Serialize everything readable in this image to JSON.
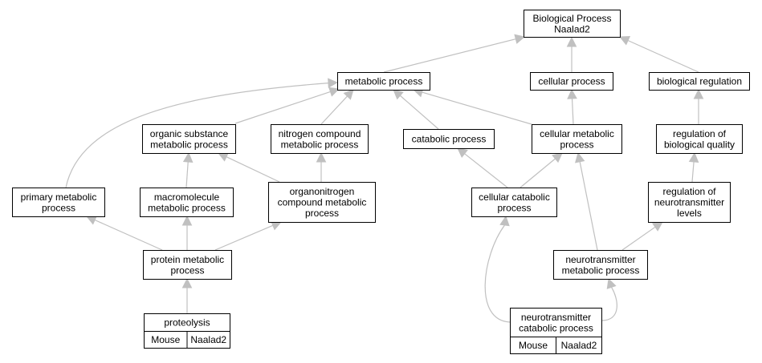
{
  "tag_color": "#add8e6",
  "edge_color": "#c0c0c0",
  "nodes": {
    "bp": {
      "lines": [
        "Biological Process",
        "Naalad2"
      ]
    },
    "mp": {
      "lines": [
        "metabolic process"
      ]
    },
    "cp": {
      "lines": [
        "cellular process"
      ]
    },
    "br": {
      "lines": [
        "biological regulation"
      ]
    },
    "osmp": {
      "lines": [
        "organic substance",
        "metabolic process"
      ]
    },
    "ncmp": {
      "lines": [
        "nitrogen compound",
        "metabolic process"
      ]
    },
    "catp": {
      "lines": [
        "catabolic process"
      ]
    },
    "cmp": {
      "lines": [
        "cellular metabolic",
        "process"
      ]
    },
    "rbq": {
      "lines": [
        "regulation of",
        "biological quality"
      ]
    },
    "pmp": {
      "lines": [
        "primary metabolic",
        "process"
      ]
    },
    "mmp": {
      "lines": [
        "macromolecule",
        "metabolic process"
      ]
    },
    "ocmp": {
      "lines": [
        "organonitrogen",
        "compound metabolic",
        "process"
      ]
    },
    "ccp": {
      "lines": [
        "cellular catabolic",
        "process"
      ]
    },
    "rnl": {
      "lines": [
        "regulation of",
        "neurotransmitter",
        "levels"
      ]
    },
    "prmp": {
      "lines": [
        "protein metabolic",
        "process"
      ]
    },
    "nmp": {
      "lines": [
        "neurotransmitter",
        "metabolic process"
      ]
    },
    "prot": {
      "lines": [
        "proteolysis"
      ],
      "tags": [
        "Mouse",
        "Naalad2"
      ]
    },
    "ncp": {
      "lines": [
        "neurotransmitter",
        "catabolic process"
      ],
      "tags": [
        "Mouse",
        "Naalad2"
      ]
    }
  },
  "edges": [
    {
      "from": "mp",
      "to": "bp"
    },
    {
      "from": "cp",
      "to": "bp"
    },
    {
      "from": "br",
      "to": "bp"
    },
    {
      "from": "osmp",
      "to": "mp"
    },
    {
      "from": "ncmp",
      "to": "mp"
    },
    {
      "from": "catp",
      "to": "mp"
    },
    {
      "from": "cmp",
      "to": "mp"
    },
    {
      "from": "pmp",
      "to": "mp"
    },
    {
      "from": "cmp",
      "to": "cp"
    },
    {
      "from": "rbq",
      "to": "br"
    },
    {
      "from": "mmp",
      "to": "osmp"
    },
    {
      "from": "ocmp",
      "to": "osmp"
    },
    {
      "from": "ocmp",
      "to": "ncmp"
    },
    {
      "from": "ccp",
      "to": "catp"
    },
    {
      "from": "ccp",
      "to": "cmp"
    },
    {
      "from": "nmp",
      "to": "cmp"
    },
    {
      "from": "rnl",
      "to": "rbq"
    },
    {
      "from": "prmp",
      "to": "pmp"
    },
    {
      "from": "prmp",
      "to": "mmp"
    },
    {
      "from": "prmp",
      "to": "ocmp"
    },
    {
      "from": "nmp",
      "to": "rnl"
    },
    {
      "from": "prot",
      "to": "prmp"
    },
    {
      "from": "ncp",
      "to": "ccp"
    },
    {
      "from": "ncp",
      "to": "nmp"
    }
  ]
}
